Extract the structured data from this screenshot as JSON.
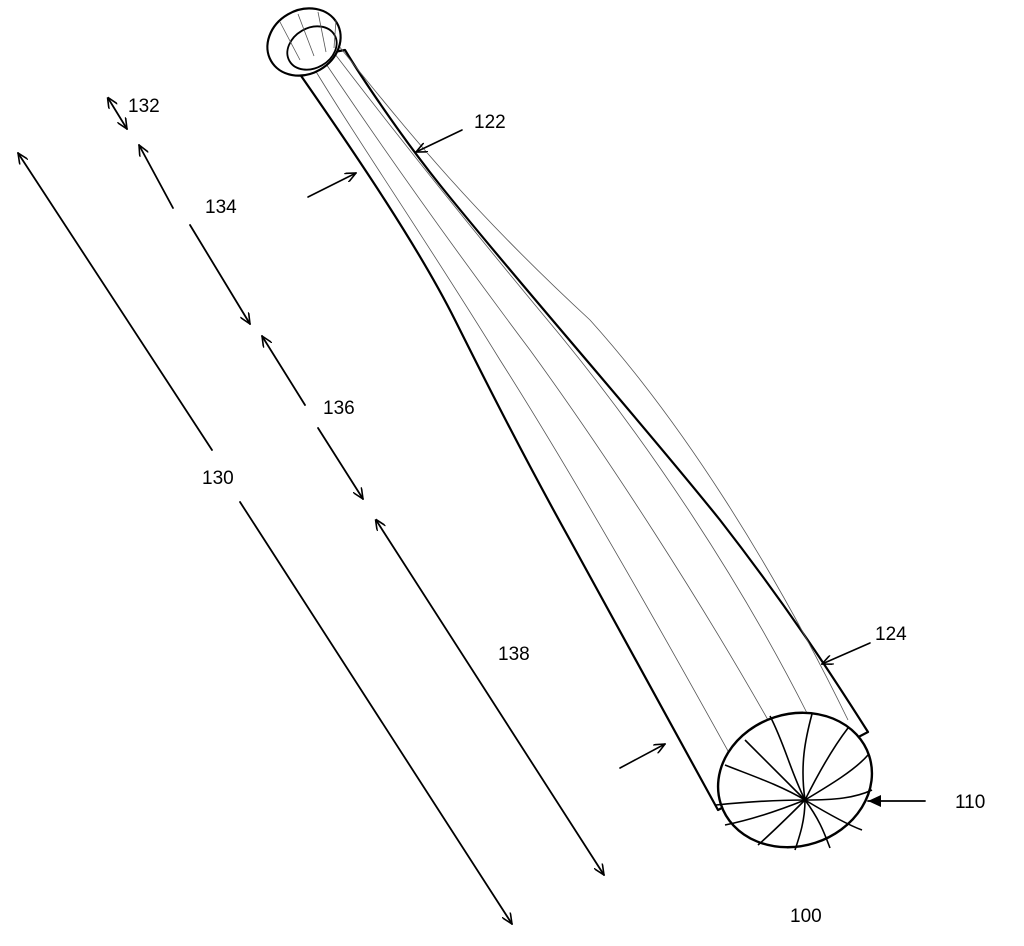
{
  "figure": {
    "labels": {
      "assembly": "100",
      "end_cap": "110",
      "handle_portion": "122",
      "barrel_portion": "124",
      "overall_length": "130",
      "knob_length": "132",
      "handle_length": "134",
      "taper_length": "136",
      "barrel_length": "138"
    }
  }
}
